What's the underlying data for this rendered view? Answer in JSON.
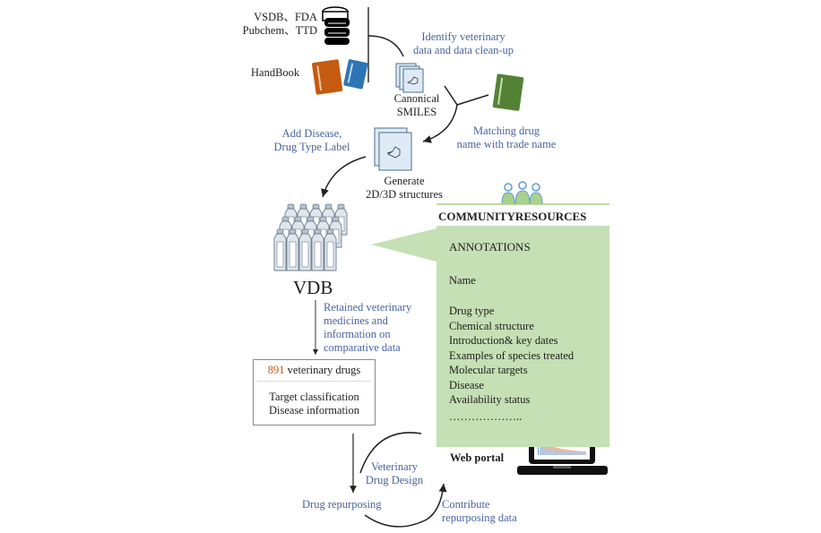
{
  "sources": {
    "databases_line1": "VSDB、FDA",
    "databases_line2": "Pubchem、TTD",
    "handbook": "HandBook"
  },
  "steps": {
    "identify_line1": "Identify veterinary",
    "identify_line2": "data and data clean-up",
    "canonical_line1": "Canonical",
    "canonical_line2": "SMILES",
    "matching_line1": "Matching drug",
    "matching_line2": "name with trade name",
    "add_label_line1": "Add Disease,",
    "add_label_line2": "Drug Type Label",
    "generate_line1": "Generate",
    "generate_line2": "2D/3D structures",
    "vdb": "VDB",
    "retained_lines": [
      "Retained veterinary",
      "medicines and",
      "information on",
      "comparative data"
    ]
  },
  "drug_box": {
    "count": "891",
    "count_suffix": " veterinary drugs",
    "line1": "Target classification",
    "line2": "Disease information"
  },
  "community": {
    "title": "COMMUNITYRESOURCES",
    "annotations_title": "ANNOTATIONS",
    "name_item": "Name",
    "items": [
      "Drug type",
      "Chemical structure",
      "Introduction& key dates",
      "Examples of species treated",
      "Molecular targets",
      "Disease",
      "Availability status",
      "……………….."
    ],
    "web_portal": "Web portal"
  },
  "cycle": {
    "design_line1": "Veterinary",
    "design_line2": "Drug Design",
    "repurposing": "Drug repurposing",
    "contribute_line1": "Contribute",
    "contribute_line2": "repurposing data"
  },
  "colors": {
    "accent_blue": "#4a63a0",
    "panel_green": "#c5e0b4",
    "count_orange": "#c55a11",
    "book_orange": "#c55a11",
    "book_blue": "#2e75b6",
    "book_green": "#548235"
  }
}
